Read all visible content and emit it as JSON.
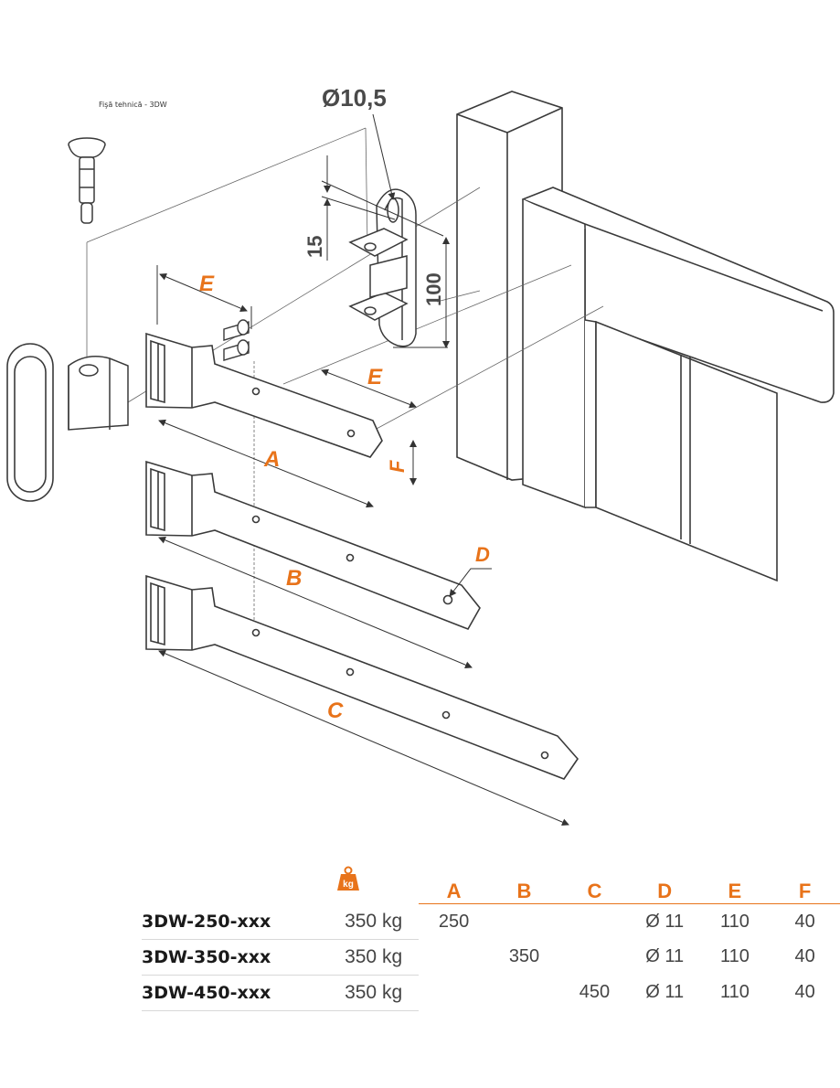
{
  "document": {
    "title": "Fişă tehnică - 3DW"
  },
  "drawing": {
    "dimension_labels": {
      "hole_diameter": "Ø10,5",
      "bracket_hole_spacing": "15",
      "bracket_height": "100",
      "label_a": "A",
      "label_b": "B",
      "label_c": "C",
      "label_d": "D",
      "label_e_strap": "E",
      "label_e_bracket": "E",
      "label_f": "F"
    }
  },
  "table": {
    "load_icon": "weight-kg-icon",
    "load_icon_text": "kg",
    "columns": [
      "A",
      "B",
      "C",
      "D",
      "E",
      "F"
    ],
    "rows": [
      {
        "model": "3DW-250-xxx",
        "load": "350 kg",
        "a": "250",
        "b": "",
        "c": "",
        "d": "Ø 11",
        "e": "110",
        "f": "40"
      },
      {
        "model": "3DW-350-xxx",
        "load": "350 kg",
        "a": "",
        "b": "350",
        "c": "",
        "d": "Ø 11",
        "e": "110",
        "f": "40"
      },
      {
        "model": "3DW-450-xxx",
        "load": "350 kg",
        "a": "",
        "b": "",
        "c": "450",
        "d": "Ø 11",
        "e": "110",
        "f": "40"
      }
    ]
  },
  "colors": {
    "accent": "#e8731a",
    "line": "#3a3a3a",
    "fill": "#f3f3f3"
  }
}
